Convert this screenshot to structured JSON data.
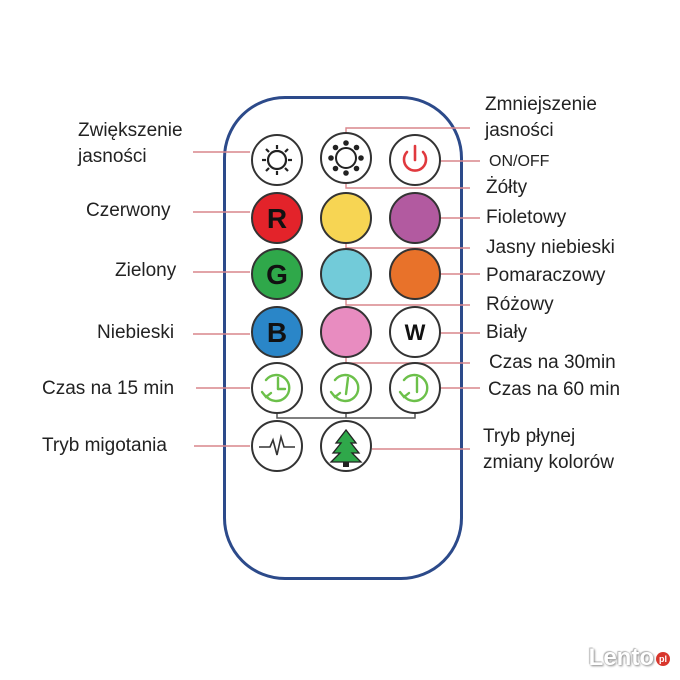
{
  "labels": {
    "brightness_up": [
      "Zwiększenie",
      "jasności"
    ],
    "brightness_down": [
      "Zmniejszenie",
      "jasności"
    ],
    "on_off": "ON/OFF",
    "yellow": "Żółty",
    "red": "Czerwony",
    "violet": "Fioletowy",
    "light_blue": "Jasny niebieski",
    "green": "Zielony",
    "orange": "Pomaraczowy",
    "pink": "Różowy",
    "blue": "Niebieski",
    "white": "Biały",
    "timer_30": "Czas na 30min",
    "timer_15": "Czas na 15 min",
    "timer_60": "Czas na 60 min",
    "flash": "Tryb migotania",
    "smooth": [
      "Tryb płynej",
      "zmiany kolorów"
    ]
  },
  "buttons": {
    "red_letter": "R",
    "green_letter": "G",
    "blue_letter": "B",
    "white_letter": "W"
  },
  "colors": {
    "remote_border": "#2c4a8a",
    "leader_line": "#d9868c",
    "red": "#e3232a",
    "yellow": "#f7d553",
    "violet": "#b25aa0",
    "green": "#2fa84a",
    "light_blue": "#72cbd9",
    "orange": "#e8722a",
    "blue": "#2a86c8",
    "pink": "#e88cc0",
    "timer_green": "#6cc04a",
    "power_red": "#e0393e"
  },
  "watermark": {
    "brand": "Lento",
    "tld": "pl"
  }
}
